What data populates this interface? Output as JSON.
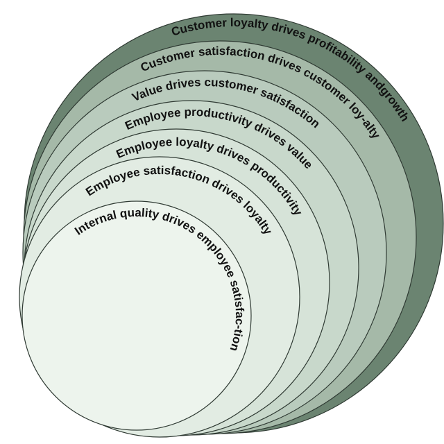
{
  "diagram": {
    "rings": [
      {
        "label": "Customer loyalty drives profitability andgrowth",
        "fill": "#6b8471"
      },
      {
        "label": "Customer satisfaction drives customer loy-alty",
        "fill": "#a5b9a8"
      },
      {
        "label": "Value drives customer satisfaction",
        "fill": "#b9cbbd"
      },
      {
        "label": "Employee productivity drives value",
        "fill": "#c8d8cb"
      },
      {
        "label": "Employee loyalty drives productivity",
        "fill": "#d6e3d8"
      },
      {
        "label": "Employee satisfaction drives loyalty",
        "fill": "#e2ece3"
      },
      {
        "label": "Internal quality drives employee satisfac-tion",
        "fill": "#edf4ed"
      }
    ]
  }
}
